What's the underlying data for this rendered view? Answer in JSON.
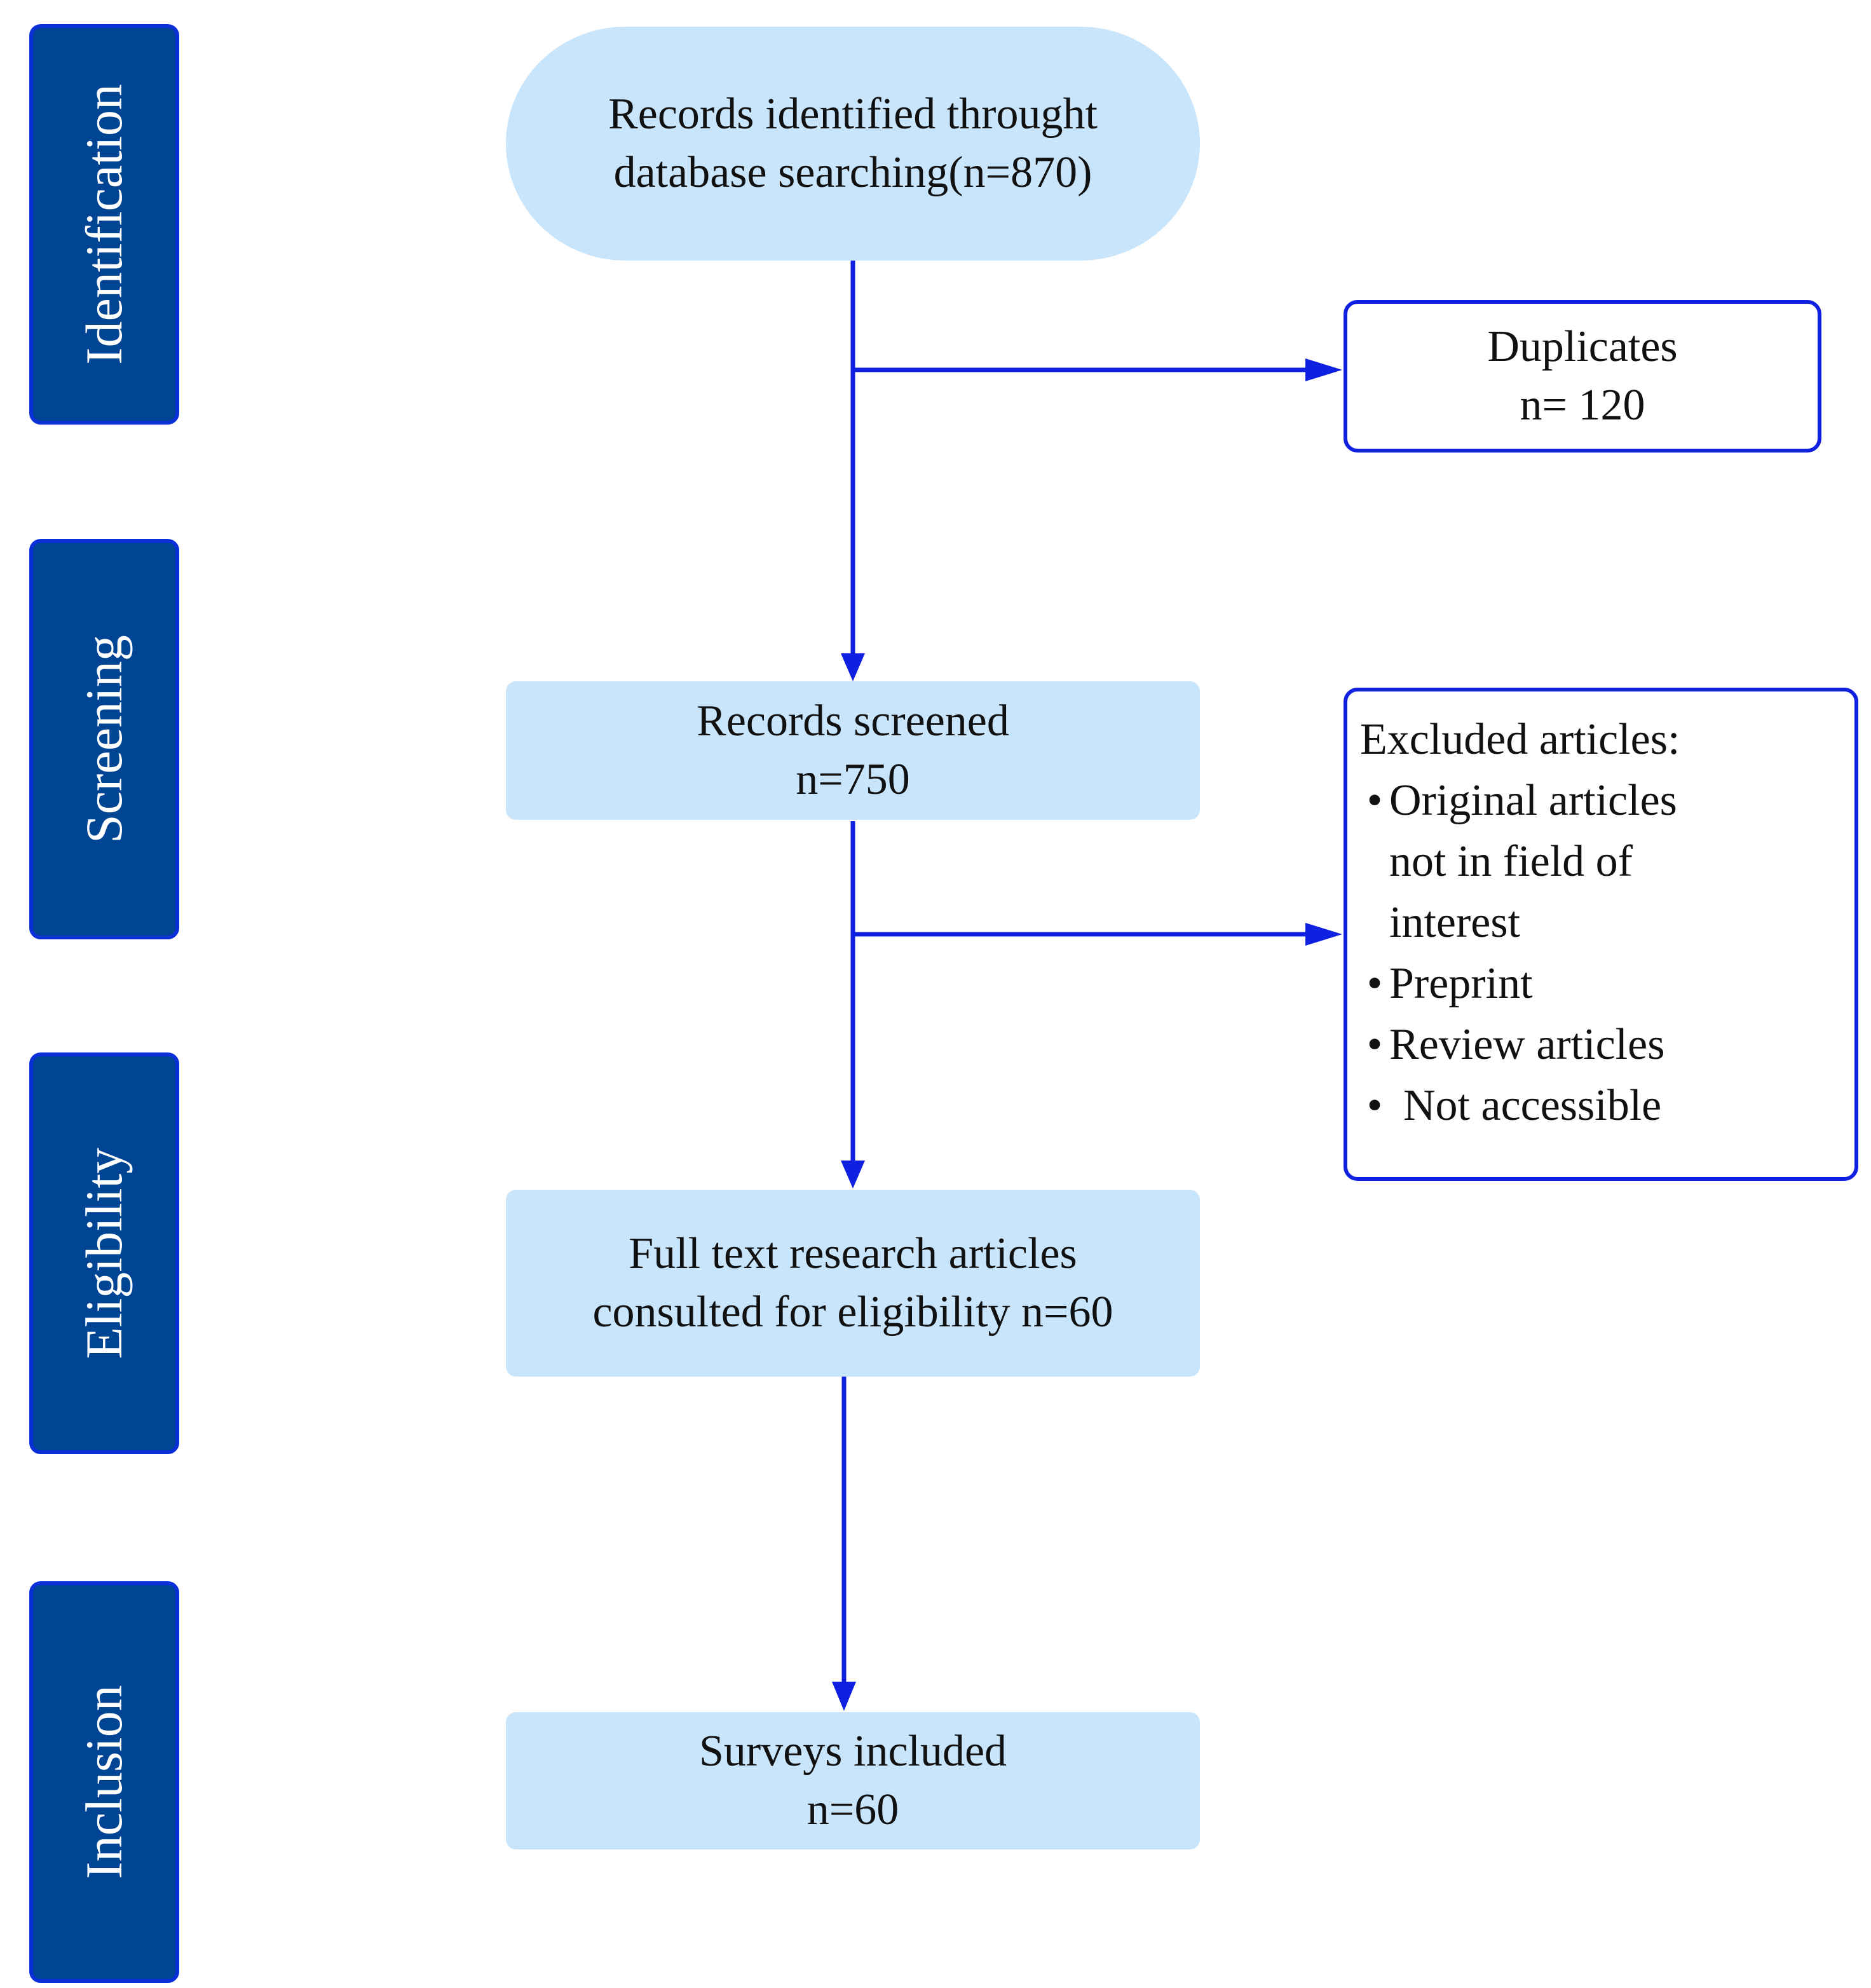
{
  "colors": {
    "stage_fill": "#004494",
    "box_fill": "#c9e5fb",
    "arrow": "#1020e0",
    "outline": "#1020e0"
  },
  "stages": [
    {
      "label": "Identification"
    },
    {
      "label": "Screening"
    },
    {
      "label": "Eligibility"
    },
    {
      "label": "Inclusion"
    }
  ],
  "flow": {
    "identified": {
      "line1": "Records identified throught",
      "line2": "database searching(n=870)"
    },
    "duplicates": {
      "line1": "Duplicates",
      "line2": "n= 120"
    },
    "screened": {
      "line1": "Records screened",
      "line2": "n=750"
    },
    "excluded": {
      "title": "Excluded articles:",
      "bullet": "•",
      "items": [
        {
          "line1": "Original articles",
          "line2": "not in field of",
          "line3": "interest"
        },
        {
          "line1": "Preprint"
        },
        {
          "line1": "Review articles"
        },
        {
          "line1": "Not accessible"
        }
      ]
    },
    "eligibility": {
      "line1": "Full text research articles",
      "line2": "consulted for eligibility n=60"
    },
    "included": {
      "line1": "Surveys included",
      "line2": "n=60"
    }
  }
}
